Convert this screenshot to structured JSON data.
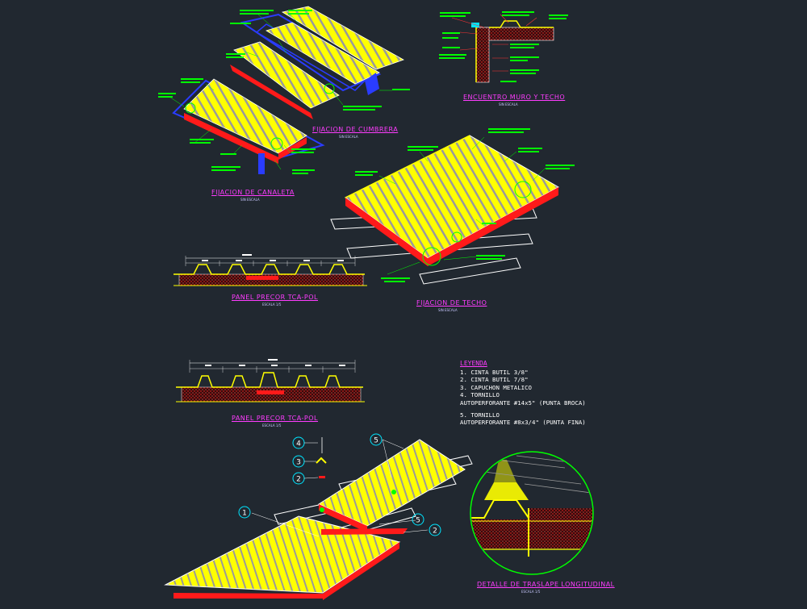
{
  "titles": {
    "cumbrera": "FIJACION DE CUMBRERA",
    "canaleta": "FIJACION DE CANALETA",
    "muro_techo": "ENCUENTRO MURO Y TECHO",
    "techo": "FIJACION DE TECHO",
    "panel_1": "PANEL PRECOR TCA-POL",
    "panel_2": "PANEL PRECOR TCA-POL",
    "traslape": "DETALLE DE TRASLAPE LONGITUDINAL"
  },
  "scales": {
    "sin_escala": "SIN ESCALA",
    "escala_1_5": "ESCALA 1/5"
  },
  "legend": {
    "title": "LEYENDA",
    "items": [
      "1.  CINTA BUTIL 3/8\"",
      "2.  CINTA BUTIL 7/8\"",
      "3.  CAPUCHON METALICO",
      "4.  TORNILLO",
      "    AUTOPERFORANTE #14x5\" (PUNTA BROCA)",
      "5.  TORNILLO",
      "    AUTOPERFORANTE #8x3/4\" (PUNTA FINA)"
    ]
  },
  "callouts": [
    "1",
    "2",
    "3",
    "4",
    "5"
  ],
  "colors": {
    "background": "#212830",
    "insulation": "#ff1a1a",
    "sheet": "#ffff00",
    "outline": "#ffffff",
    "leader": "#00ff00",
    "title": "#ff3cff",
    "structure": "#2a3cff",
    "callout": "#00e5ff"
  }
}
